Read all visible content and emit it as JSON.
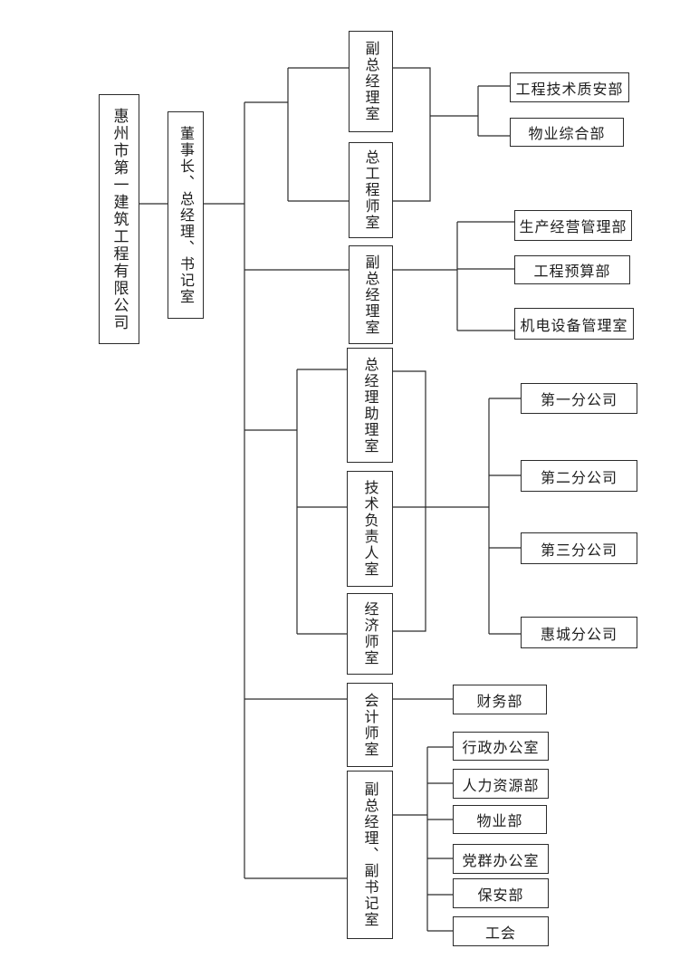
{
  "root": "惠州市第一建筑工程有限公司",
  "chairman": "董事长、总经理、书记室",
  "offices": {
    "vgm1": "副总经理室",
    "chief_engineer": "总工程师室",
    "vgm2": "副总经理室",
    "gm_assistant": "总经理助理室",
    "tech_lead": "技术负责人室",
    "economist": "经济师室",
    "accountant": "会计师室",
    "vgm_secretary": "副总经理、副书记室"
  },
  "departments": {
    "eng_quality_safety": "工程技术质安部",
    "property_general": "物业综合部",
    "production_ops": "生产经营管理部",
    "eng_budget": "工程预算部",
    "mech_elec": "机电设备管理室",
    "branch1": "第一分公司",
    "branch2": "第二分公司",
    "branch3": "第三分公司",
    "huicheng_branch": "惠城分公司",
    "finance": "财务部",
    "admin_office": "行政办公室",
    "hr": "人力资源部",
    "property": "物业部",
    "party_mass": "党群办公室",
    "security": "保安部",
    "union": "工会"
  }
}
